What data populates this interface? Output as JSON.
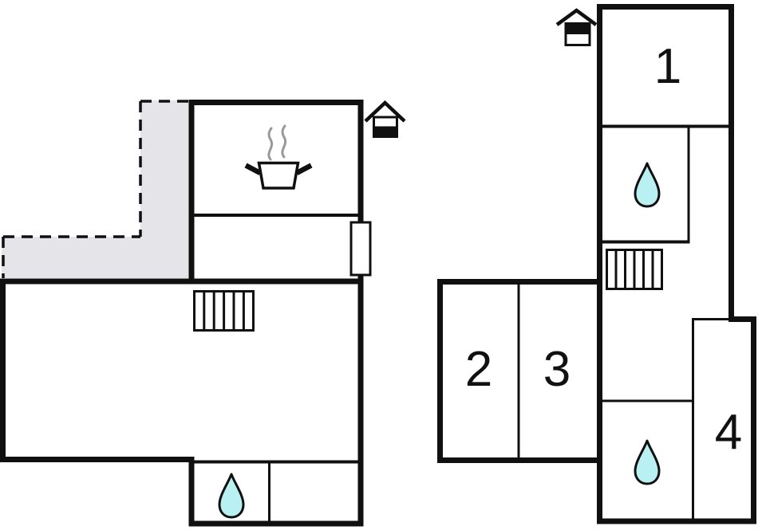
{
  "title": "Holiday home floor plan",
  "colors": {
    "wall": "#101010",
    "terrace_fill": "#e5e5e9",
    "water_drop_fill": "#b9f0f2",
    "steam": "#999999",
    "background": "#ffffff"
  },
  "ground_floor": {
    "name": "ground-floor",
    "level_marker_icon": "house-lower-section-icon",
    "feature_icons": [
      "terrace-dashed-area",
      "stove-icon",
      "window",
      "stairs-icon",
      "water-drop-icon"
    ]
  },
  "upper_floor": {
    "name": "upper-floor",
    "level_marker_icon": "house-upper-section-icon",
    "feature_icons": [
      "stairs-icon",
      "water-drop-icon",
      "water-drop-icon"
    ],
    "rooms": [
      {
        "label": "1"
      },
      {
        "label": "2"
      },
      {
        "label": "3"
      },
      {
        "label": "4"
      }
    ]
  }
}
